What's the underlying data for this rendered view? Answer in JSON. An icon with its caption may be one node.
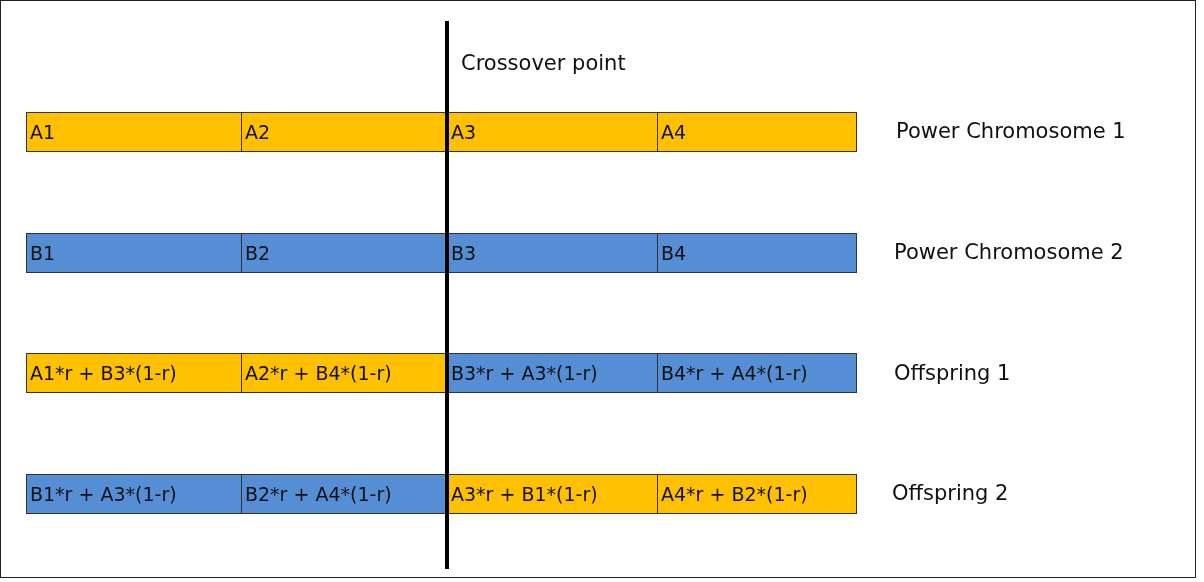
{
  "diagram": {
    "nodes": [
      {
        "text": [
          "A1"
        ]
      },
      {
        "text": [
          "A2"
        ]
      },
      {
        "text": [
          "A3"
        ]
      },
      {
        "text": [
          "A4"
        ]
      },
      {
        "text": [
          "B1"
        ]
      },
      {
        "text": [
          "B2"
        ]
      },
      {
        "text": [
          "B3"
        ]
      },
      {
        "text": [
          "B4"
        ]
      },
      {
        "text": [
          "A1*r + B3*(1-r)"
        ]
      },
      {
        "text": [
          "A2*r + B4*(1-r)"
        ]
      },
      {
        "text": [
          "B3*r + A3*(1-r)"
        ]
      },
      {
        "text": [
          "B4*r + A4*(1-r)"
        ]
      },
      {
        "text": [
          "B1*r + A3*(1-r)"
        ]
      },
      {
        "text": [
          "B2*r + A4*(1-r)"
        ]
      },
      {
        "text": [
          "A3*r + B1*(1-r)"
        ]
      },
      {
        "text": [
          "A4*r + B2*(1-r)"
        ]
      }
    ],
    "labels": [
      "Crossover point",
      "Power Chromosome 1",
      "Power Chromosome 2",
      "Offspring 1",
      "Offspring 2"
    ]
  }
}
